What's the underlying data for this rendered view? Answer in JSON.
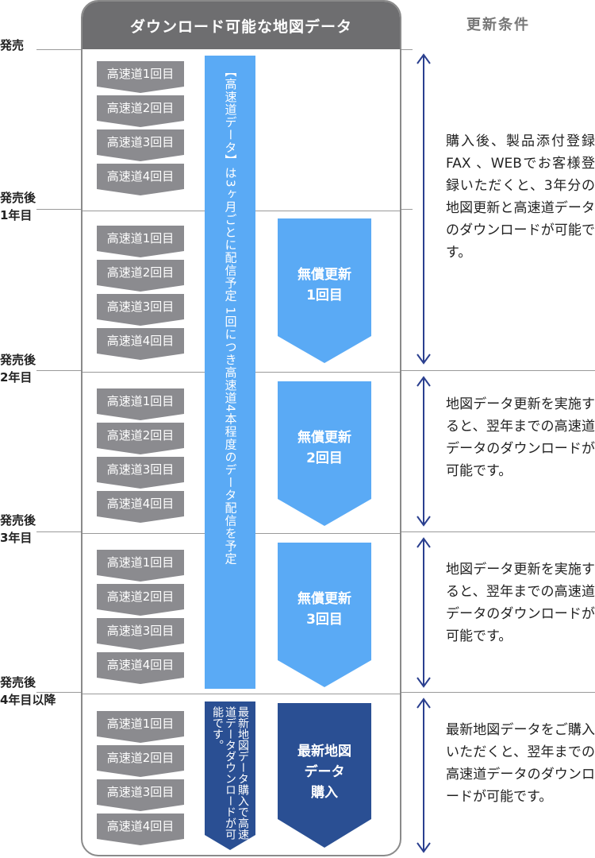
{
  "header": {
    "panel_title": "ダウンロード可能な地図データ",
    "conditions_title": "更新条件"
  },
  "timeline": [
    {
      "line1": "発売",
      "line2": ""
    },
    {
      "line1": "発売後",
      "line2": "1年目"
    },
    {
      "line1": "発売後",
      "line2": "2年目"
    },
    {
      "line1": "発売後",
      "line2": "3年目"
    },
    {
      "line1": "発売後",
      "line2": "4年目以降"
    }
  ],
  "highway_items": [
    "高速道1回目",
    "高速道2回目",
    "高速道3回目",
    "高速道4回目"
  ],
  "highway_note": "【高速道データ】は3ヶ月ごとに配信予定 1回につき高速道4本程度のデータ配信を予定",
  "updates": [
    {
      "line1": "無償更新",
      "line2": "1回目"
    },
    {
      "line1": "無償更新",
      "line2": "2回目"
    },
    {
      "line1": "無償更新",
      "line2": "3回目"
    }
  ],
  "latest": {
    "lines": [
      "最新地図",
      "データ",
      "購入"
    ],
    "note": "最新地図データ購入で高速道データダウンロードが可能です。"
  },
  "conditions": [
    "購入後、製品添付登録FAX 、WEBでお客様登録いただくと、3年分の地図更新と高速道データのダウンロードが可能です。",
    "地図データ更新を実施すると、翌年までの高速道データのダウンロードが可能です。",
    "地図データ更新を実施すると、翌年までの高速道データのダウンロードが可能です。",
    "最新地図データをご購入いただくと、翌年までの高速道データのダウンロードが可能です。"
  ],
  "colors": {
    "header_gray": "#6e6e70",
    "chip_gray": "#8b8b8f",
    "light_blue": "#5aaaf5",
    "dark_blue": "#2a4f93",
    "arrow_blue": "#2a3f8f"
  }
}
